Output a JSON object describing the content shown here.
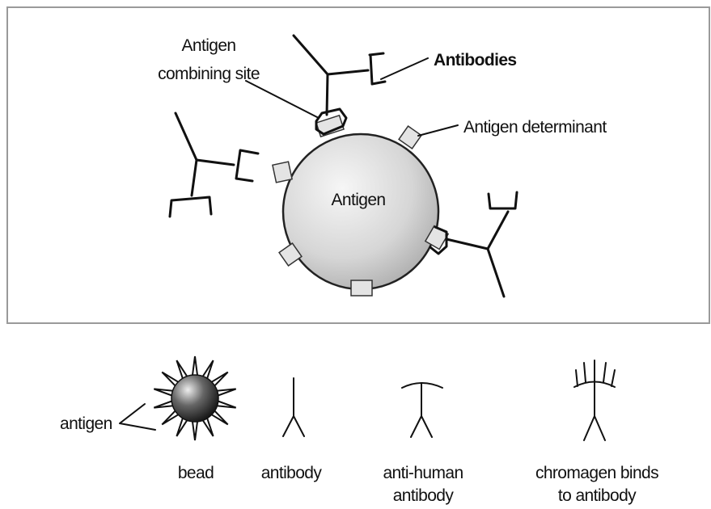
{
  "top_panel": {
    "labels": {
      "antigen_combining_site_line1": "Antigen",
      "antigen_combining_site_line2": "combining site",
      "antibodies": "Antibodies",
      "antigen_determinant": "Antigen determinant",
      "antigen_center": "Antigen"
    }
  },
  "legend": {
    "antigen_label": "antigen",
    "bead_label": "bead",
    "antibody_label": "antibody",
    "anti_human_line1": "anti-human",
    "anti_human_line2": "antibody",
    "chromagen_line1": "chromagen binds",
    "chromagen_line2": "to antibody"
  },
  "colors": {
    "panel_border": "#9a9a9a",
    "ink": "#111111",
    "antigen_fill_light": "#f4f4f4",
    "antigen_fill_dark": "#b0b0b0",
    "bead_fill_light": "#e8e8e8",
    "bead_fill_dark": "#141414"
  }
}
